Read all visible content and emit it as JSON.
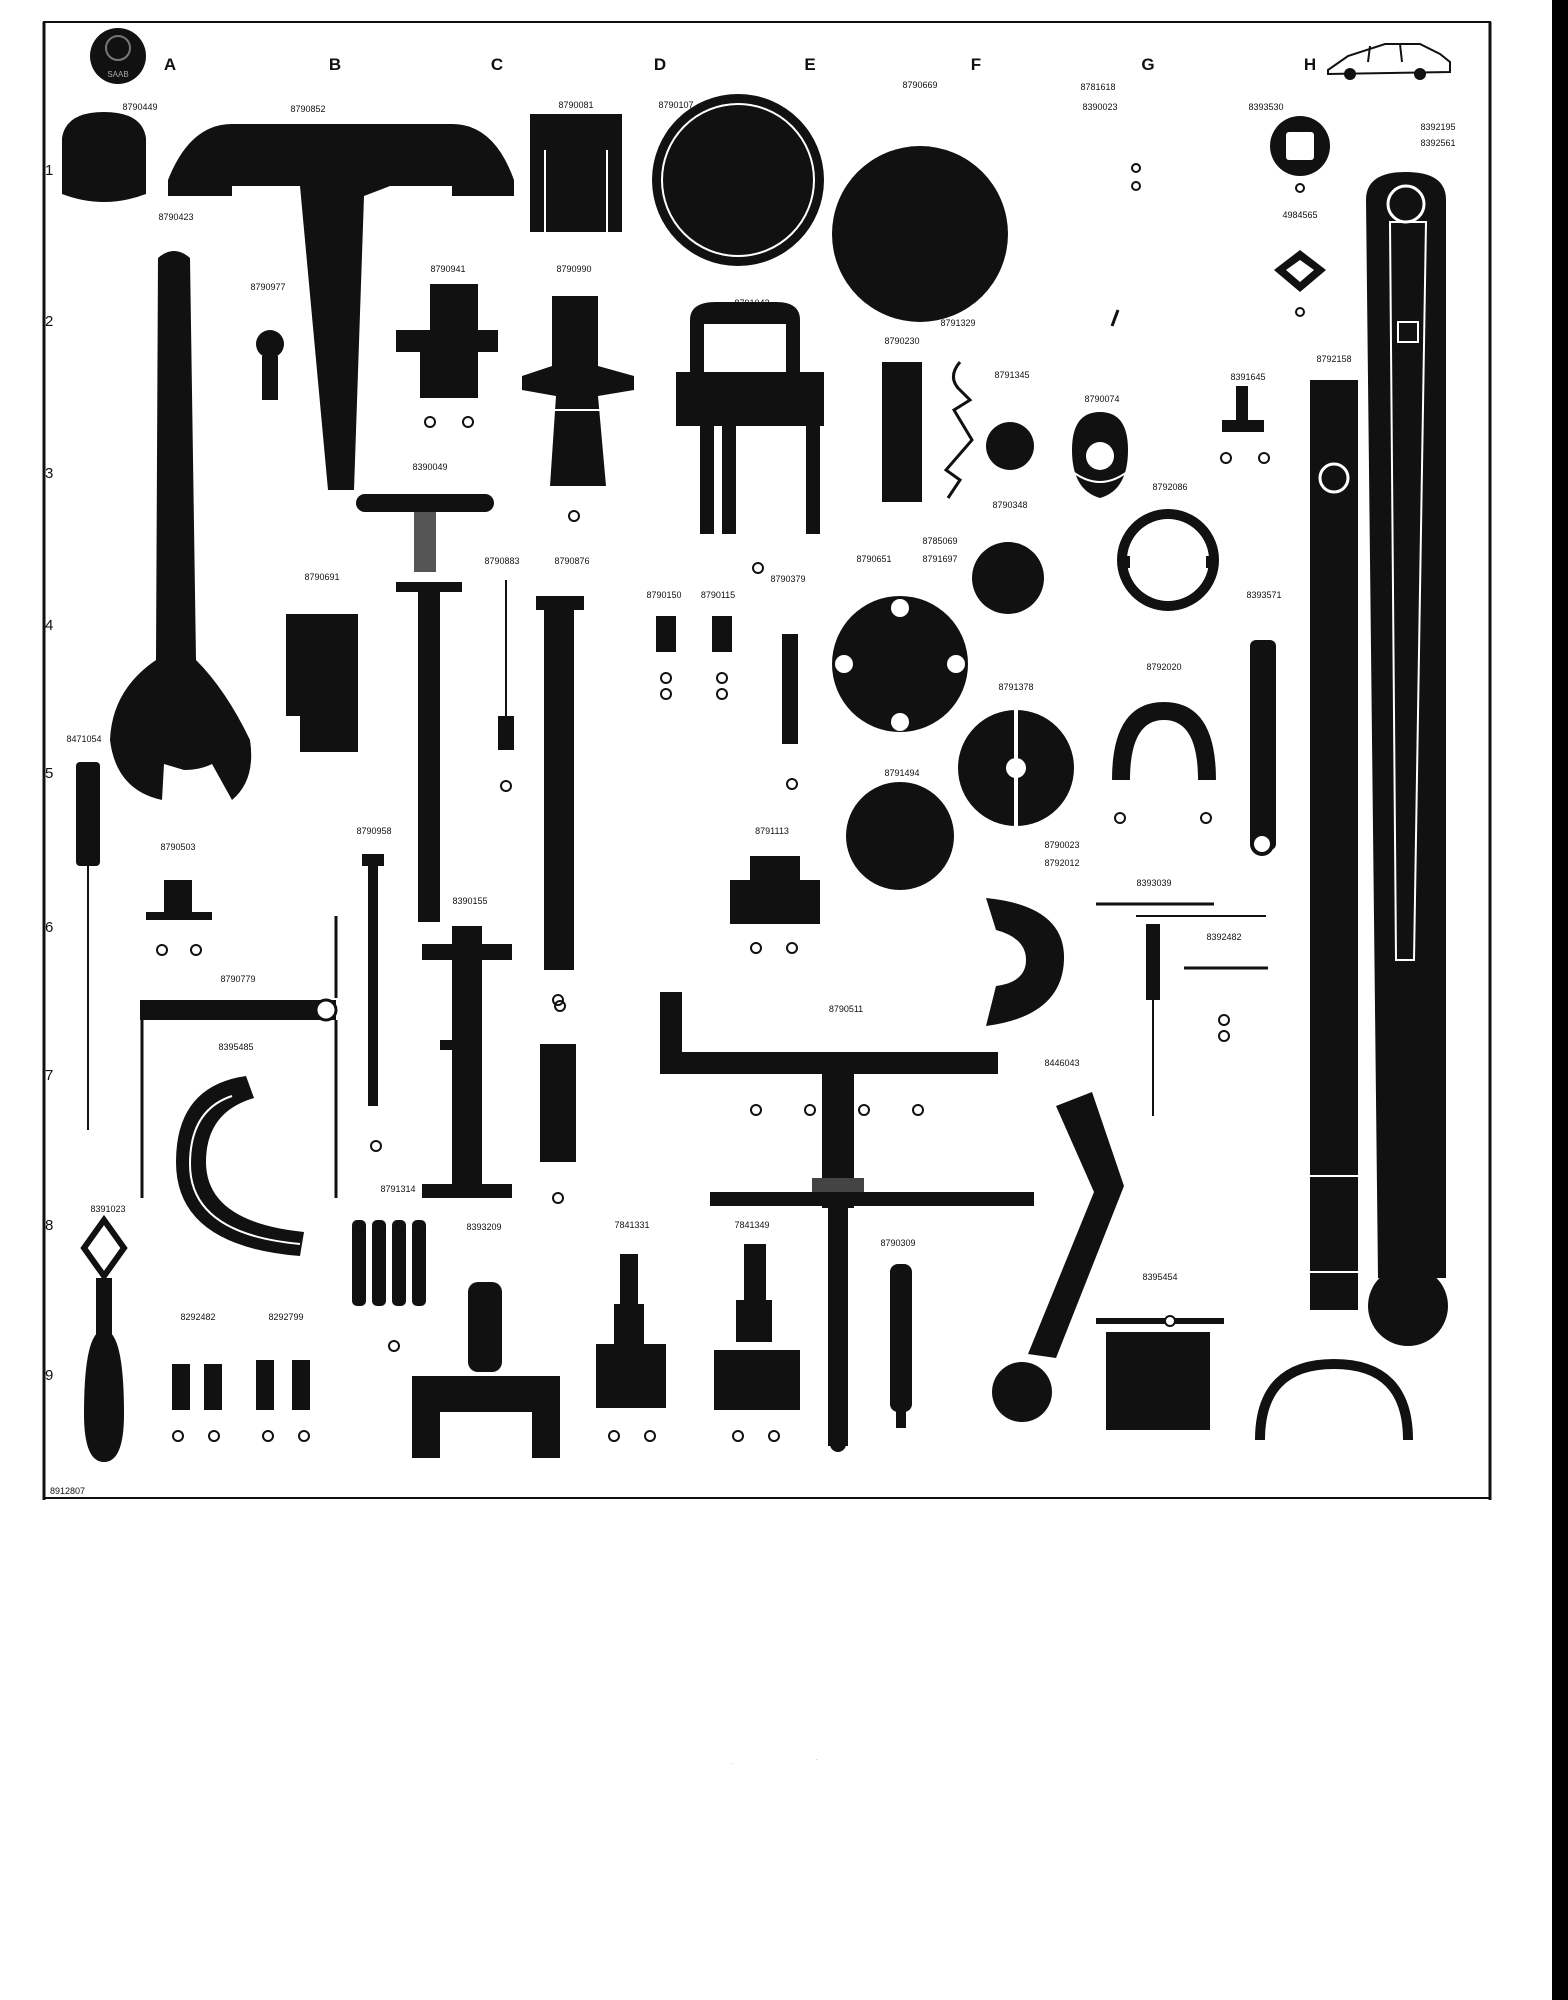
{
  "document": {
    "title": "",
    "reference_code": "8912807"
  },
  "columns": [
    "A",
    "B",
    "C",
    "D",
    "E",
    "F",
    "G",
    "H"
  ],
  "rows": [
    "1",
    "2",
    "3",
    "4",
    "5",
    "6",
    "7",
    "8",
    "9"
  ],
  "tools": [
    "8790449",
    "8790852",
    "8790081",
    "8790107",
    "8790669",
    "8781618",
    "8390023",
    "8393530",
    "8392195",
    "8392561",
    "8790423",
    "8790977",
    "8790941",
    "8790990",
    "8791043",
    "8791329",
    "8790230",
    "8791345",
    "8790074",
    "8391645",
    "4984565",
    "8792158",
    "8390049",
    "8790883",
    "8790876",
    "8790691",
    "8790150",
    "8790115",
    "8790379",
    "8790651",
    "8785069",
    "8791697",
    "8790348",
    "8792086",
    "8393571",
    "8791378",
    "8792020",
    "8471054",
    "8791494",
    "8790503",
    "8791113",
    "8790958",
    "8390155",
    "8790023",
    "8792012",
    "8393039",
    "8392482",
    "8790779",
    "8395485",
    "8790511",
    "8446043",
    "8391023",
    "8791314",
    "8393209",
    "7841331",
    "7841349",
    "8790309",
    "8395454",
    "8292482",
    "8292799"
  ],
  "logo": {
    "label": "SAAB"
  }
}
